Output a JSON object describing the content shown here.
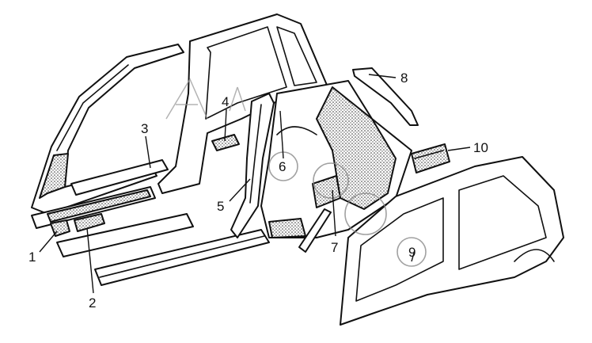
{
  "callouts": [
    {
      "id": "1",
      "label": "1"
    },
    {
      "id": "2",
      "label": "2"
    },
    {
      "id": "3",
      "label": "3"
    },
    {
      "id": "4",
      "label": "4"
    },
    {
      "id": "5",
      "label": "5"
    },
    {
      "id": "6",
      "label": "6"
    },
    {
      "id": "7",
      "label": "7"
    },
    {
      "id": "8",
      "label": "8"
    },
    {
      "id": "9",
      "label": "9"
    },
    {
      "id": "10",
      "label": "10"
    }
  ],
  "colors": {
    "ink": "#111111",
    "paper": "#ffffff",
    "watermark": "#9a9a9a"
  }
}
